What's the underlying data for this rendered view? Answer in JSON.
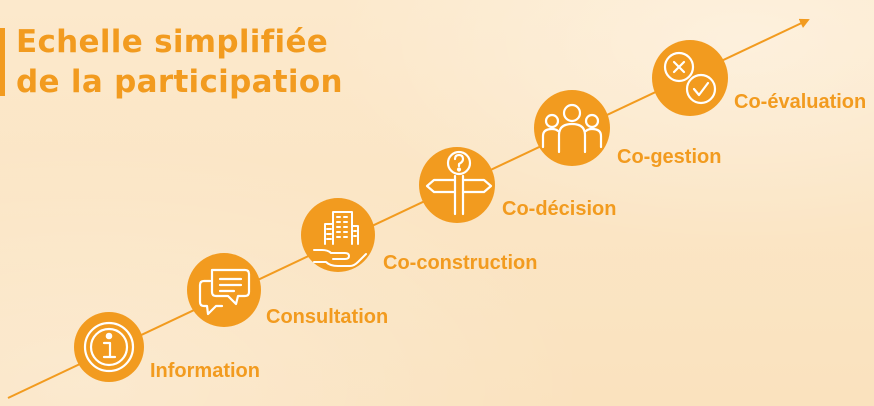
{
  "title": {
    "line1": "Echelle simplifiée",
    "line2": "de la participation"
  },
  "colors": {
    "accent": "#F29B1F",
    "background": "#FBE6C6",
    "icon_stroke": "#FFFFFF"
  },
  "steps": [
    {
      "label": "Information",
      "icon": "info-icon"
    },
    {
      "label": "Consultation",
      "icon": "chat-bubbles-icon"
    },
    {
      "label": "Co-construction",
      "icon": "building-hand-icon"
    },
    {
      "label": "Co-décision",
      "icon": "signpost-question-icon"
    },
    {
      "label": "Co-gestion",
      "icon": "group-people-icon"
    },
    {
      "label": "Co-évaluation",
      "icon": "cross-check-icon"
    }
  ]
}
